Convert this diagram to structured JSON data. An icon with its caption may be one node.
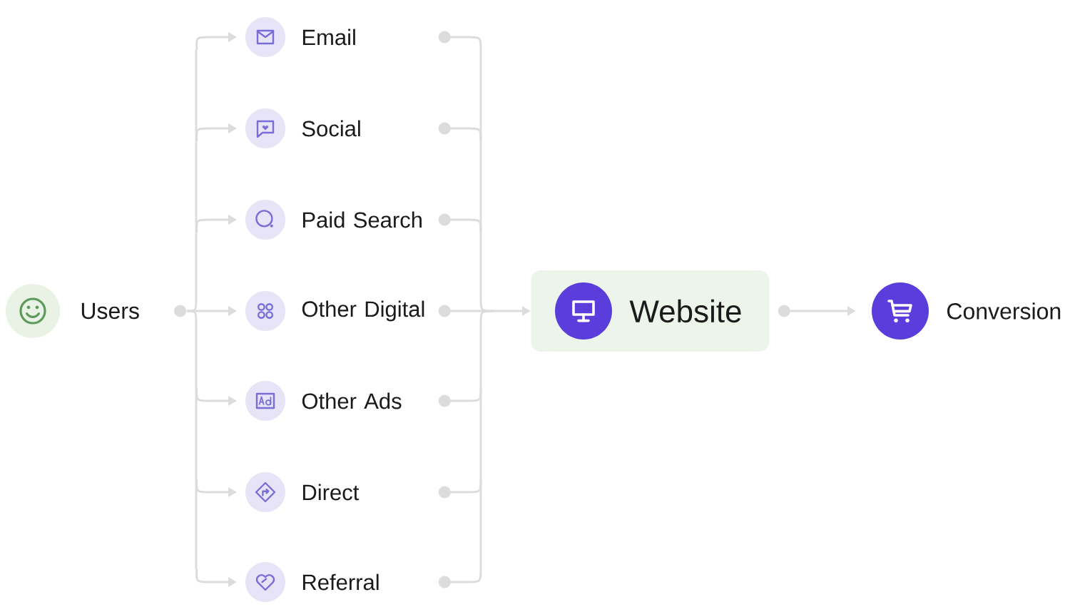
{
  "diagram": {
    "nodes": [
      {
        "text": [
          "Users"
        ]
      },
      {
        "text": [
          "Email"
        ]
      },
      {
        "text": [
          "Social"
        ]
      },
      {
        "text": [
          "Paid Search"
        ]
      },
      {
        "text": [
          "Other Digital"
        ]
      },
      {
        "text": [
          "Other Ads"
        ]
      },
      {
        "text": [
          "Direct"
        ]
      },
      {
        "text": [
          "Referral"
        ]
      },
      {
        "text": [
          "Website"
        ]
      },
      {
        "text": [
          "Conversion"
        ]
      }
    ],
    "edges": [
      {
        "from": 0,
        "to": 1,
        "arrow": "to"
      },
      {
        "from": 0,
        "to": 2,
        "arrow": "to"
      },
      {
        "from": 0,
        "to": 3,
        "arrow": "to"
      },
      {
        "from": 0,
        "to": 4,
        "arrow": "to"
      },
      {
        "from": 0,
        "to": 5,
        "arrow": "to"
      },
      {
        "from": 0,
        "to": 6,
        "arrow": "to"
      },
      {
        "from": 0,
        "to": 7,
        "arrow": "to"
      },
      {
        "from": 1,
        "to": 8,
        "arrow": "to"
      },
      {
        "from": 2,
        "to": 8,
        "arrow": "to"
      },
      {
        "from": 3,
        "to": 8,
        "arrow": "to"
      },
      {
        "from": 4,
        "to": 8,
        "arrow": "to"
      },
      {
        "from": 5,
        "to": 8,
        "arrow": "to"
      },
      {
        "from": 6,
        "to": 8,
        "arrow": "to"
      },
      {
        "from": 7,
        "to": 8,
        "arrow": "to"
      },
      {
        "from": 8,
        "to": 9,
        "arrow": "to"
      }
    ]
  }
}
